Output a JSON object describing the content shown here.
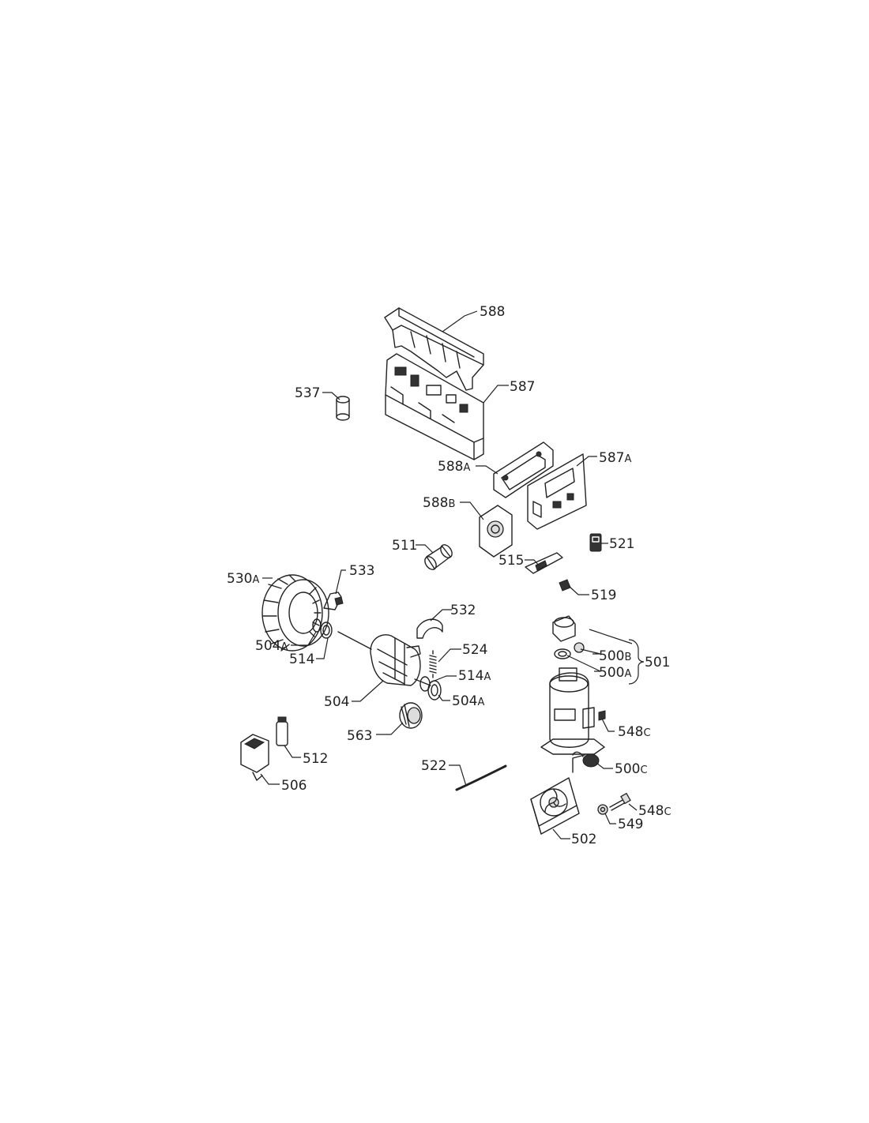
{
  "labels": {
    "p588": {
      "num": "588",
      "suffix": ""
    },
    "p587": {
      "num": "587",
      "suffix": ""
    },
    "p537": {
      "num": "537",
      "suffix": ""
    },
    "p588A": {
      "num": "588",
      "suffix": "A"
    },
    "p587A": {
      "num": "587",
      "suffix": "A"
    },
    "p588B": {
      "num": "588",
      "suffix": "B"
    },
    "p511": {
      "num": "511",
      "suffix": ""
    },
    "p521": {
      "num": "521",
      "suffix": ""
    },
    "p515": {
      "num": "515",
      "suffix": ""
    },
    "p519": {
      "num": "519",
      "suffix": ""
    },
    "p530A": {
      "num": "530",
      "suffix": "A"
    },
    "p533": {
      "num": "533",
      "suffix": ""
    },
    "p532": {
      "num": "532",
      "suffix": ""
    },
    "p504A_1": {
      "num": "504",
      "suffix": "A"
    },
    "p514": {
      "num": "514",
      "suffix": ""
    },
    "p524": {
      "num": "524",
      "suffix": ""
    },
    "p514A": {
      "num": "514",
      "suffix": "A"
    },
    "p504A_2": {
      "num": "504",
      "suffix": "A"
    },
    "p504": {
      "num": "504",
      "suffix": ""
    },
    "p563": {
      "num": "563",
      "suffix": ""
    },
    "p512": {
      "num": "512",
      "suffix": ""
    },
    "p506": {
      "num": "506",
      "suffix": ""
    },
    "p522": {
      "num": "522",
      "suffix": ""
    },
    "p500B": {
      "num": "500",
      "suffix": "B"
    },
    "p501": {
      "num": "501",
      "suffix": ""
    },
    "p500A": {
      "num": "500",
      "suffix": "A"
    },
    "p548C_1": {
      "num": "548",
      "suffix": "C"
    },
    "p500C": {
      "num": "500",
      "suffix": "C"
    },
    "p548C_2": {
      "num": "548",
      "suffix": "C"
    },
    "p549": {
      "num": "549",
      "suffix": ""
    },
    "p502": {
      "num": "502",
      "suffix": ""
    }
  }
}
